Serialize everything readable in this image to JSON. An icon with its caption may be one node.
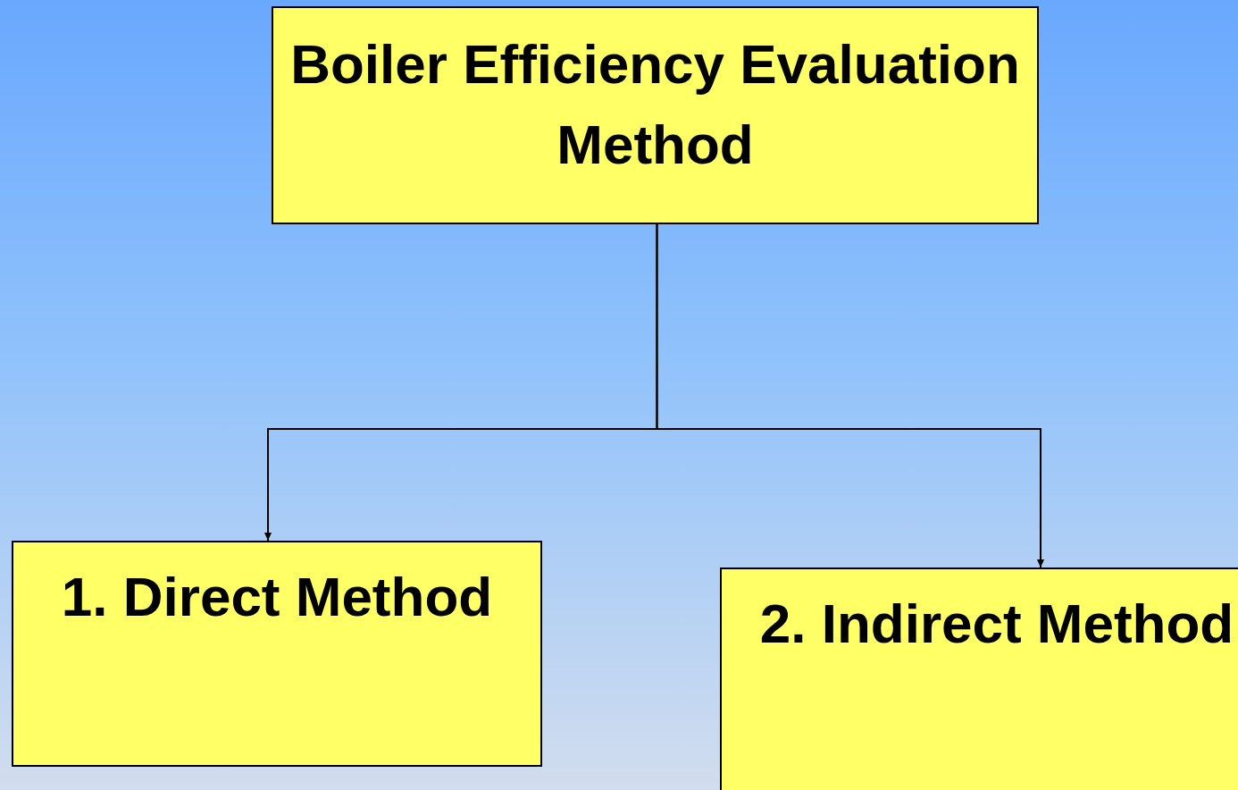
{
  "diagram": {
    "nodes": [
      {
        "text": [
          "Boiler Efficiency Evaluation Method"
        ]
      },
      {
        "text": [
          "1. Direct Method"
        ]
      },
      {
        "text": [
          "2. Indirect Method"
        ]
      }
    ],
    "edges": [
      {
        "from": 0,
        "to": 1,
        "arrow": "to"
      },
      {
        "from": 0,
        "to": 2,
        "arrow": "to"
      }
    ]
  }
}
